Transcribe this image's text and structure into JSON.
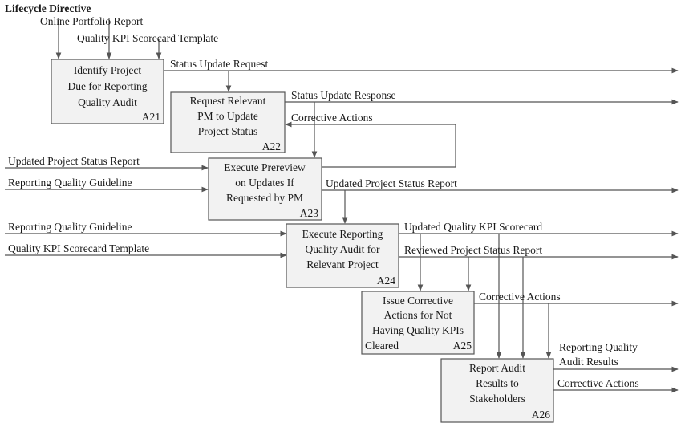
{
  "diagram": {
    "header": "Lifecycle Directive",
    "inputs": {
      "online_portfolio_report": "Online Portfolio Report",
      "quality_kpi_template_top": "Quality KPI Scorecard Template",
      "updated_project_status_report_in": "Updated Project Status Report",
      "reporting_quality_guideline_1": "Reporting Quality Guideline",
      "reporting_quality_guideline_2": "Reporting Quality Guideline",
      "quality_kpi_template_left": "Quality KPI Scorecard Template"
    },
    "flows": {
      "status_update_request": "Status Update Request",
      "status_update_response": "Status Update Response",
      "corrective_actions_loop": "Corrective Actions",
      "updated_project_status_report_out": "Updated Project Status Report",
      "updated_quality_kpi_scorecard": "Updated Quality KPI Scorecard",
      "reviewed_project_status_report": "Reviewed Project Status Report",
      "corrective_actions_a25": "Corrective Actions",
      "reporting_quality_audit_results_1": "Reporting Quality",
      "reporting_quality_audit_results_2": "Audit Results",
      "corrective_actions_a26": "Corrective Actions"
    },
    "boxes": {
      "a21": {
        "lines": [
          "Identify Project",
          "Due for Reporting",
          "Quality Audit"
        ],
        "id": "A21"
      },
      "a22": {
        "lines": [
          "Request Relevant",
          "PM to Update",
          "Project Status"
        ],
        "id": "A22"
      },
      "a23": {
        "lines": [
          "Execute Prereview",
          "on Updates If",
          "Requested by PM"
        ],
        "id": "A23"
      },
      "a24": {
        "lines": [
          "Execute Reporting",
          "Quality Audit for",
          "Relevant Project"
        ],
        "id": "A24"
      },
      "a25": {
        "lines": [
          "Issue Corrective",
          "Actions for Not",
          "Having Quality KPIs",
          "Cleared"
        ],
        "id": "A25"
      },
      "a26": {
        "lines": [
          "Report Audit",
          "Results to",
          "Stakeholders"
        ],
        "id": "A26"
      }
    }
  }
}
